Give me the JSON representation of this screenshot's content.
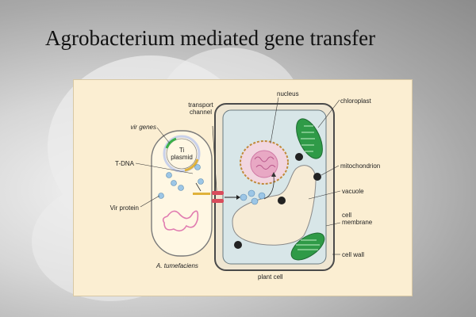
{
  "title": "Agrobacterium mediated gene transfer",
  "diagram": {
    "labels": {
      "transport_channel": "transport\nchannel",
      "nucleus": "nucleus",
      "chloroplast": "chloroplast",
      "vir_genes": "vir genes",
      "ti_plasmid": "Ti\nplasmid",
      "t_dna": "T-DNA",
      "mitochondrion": "mitochondrion",
      "vacuole": "vacuole",
      "vir_protein": "Vir protein",
      "cell_membrane": "cell\nmembrane",
      "cell_wall": "cell wall",
      "a_tumefaciens": "A. tumefaciens",
      "plant_cell": "plant cell"
    },
    "colors": {
      "panel_bg": "#fbeed2",
      "bacterium_fill": "#fff7e3",
      "plant_cell_fill": "#d8e6e8",
      "cell_wall": "#4a4a4a",
      "chloroplast": "#2f9a47",
      "nucleus": "#e8b0c8",
      "dna_pink": "#e07bb0",
      "vesicle_blue": "#9cc6e6",
      "ti_plasmid_ring": "#c9d1ea",
      "tdna_segment": "#e0b23a",
      "vir_genes_segment": "#3bb24a",
      "channel_red": "#d94c5c"
    }
  }
}
